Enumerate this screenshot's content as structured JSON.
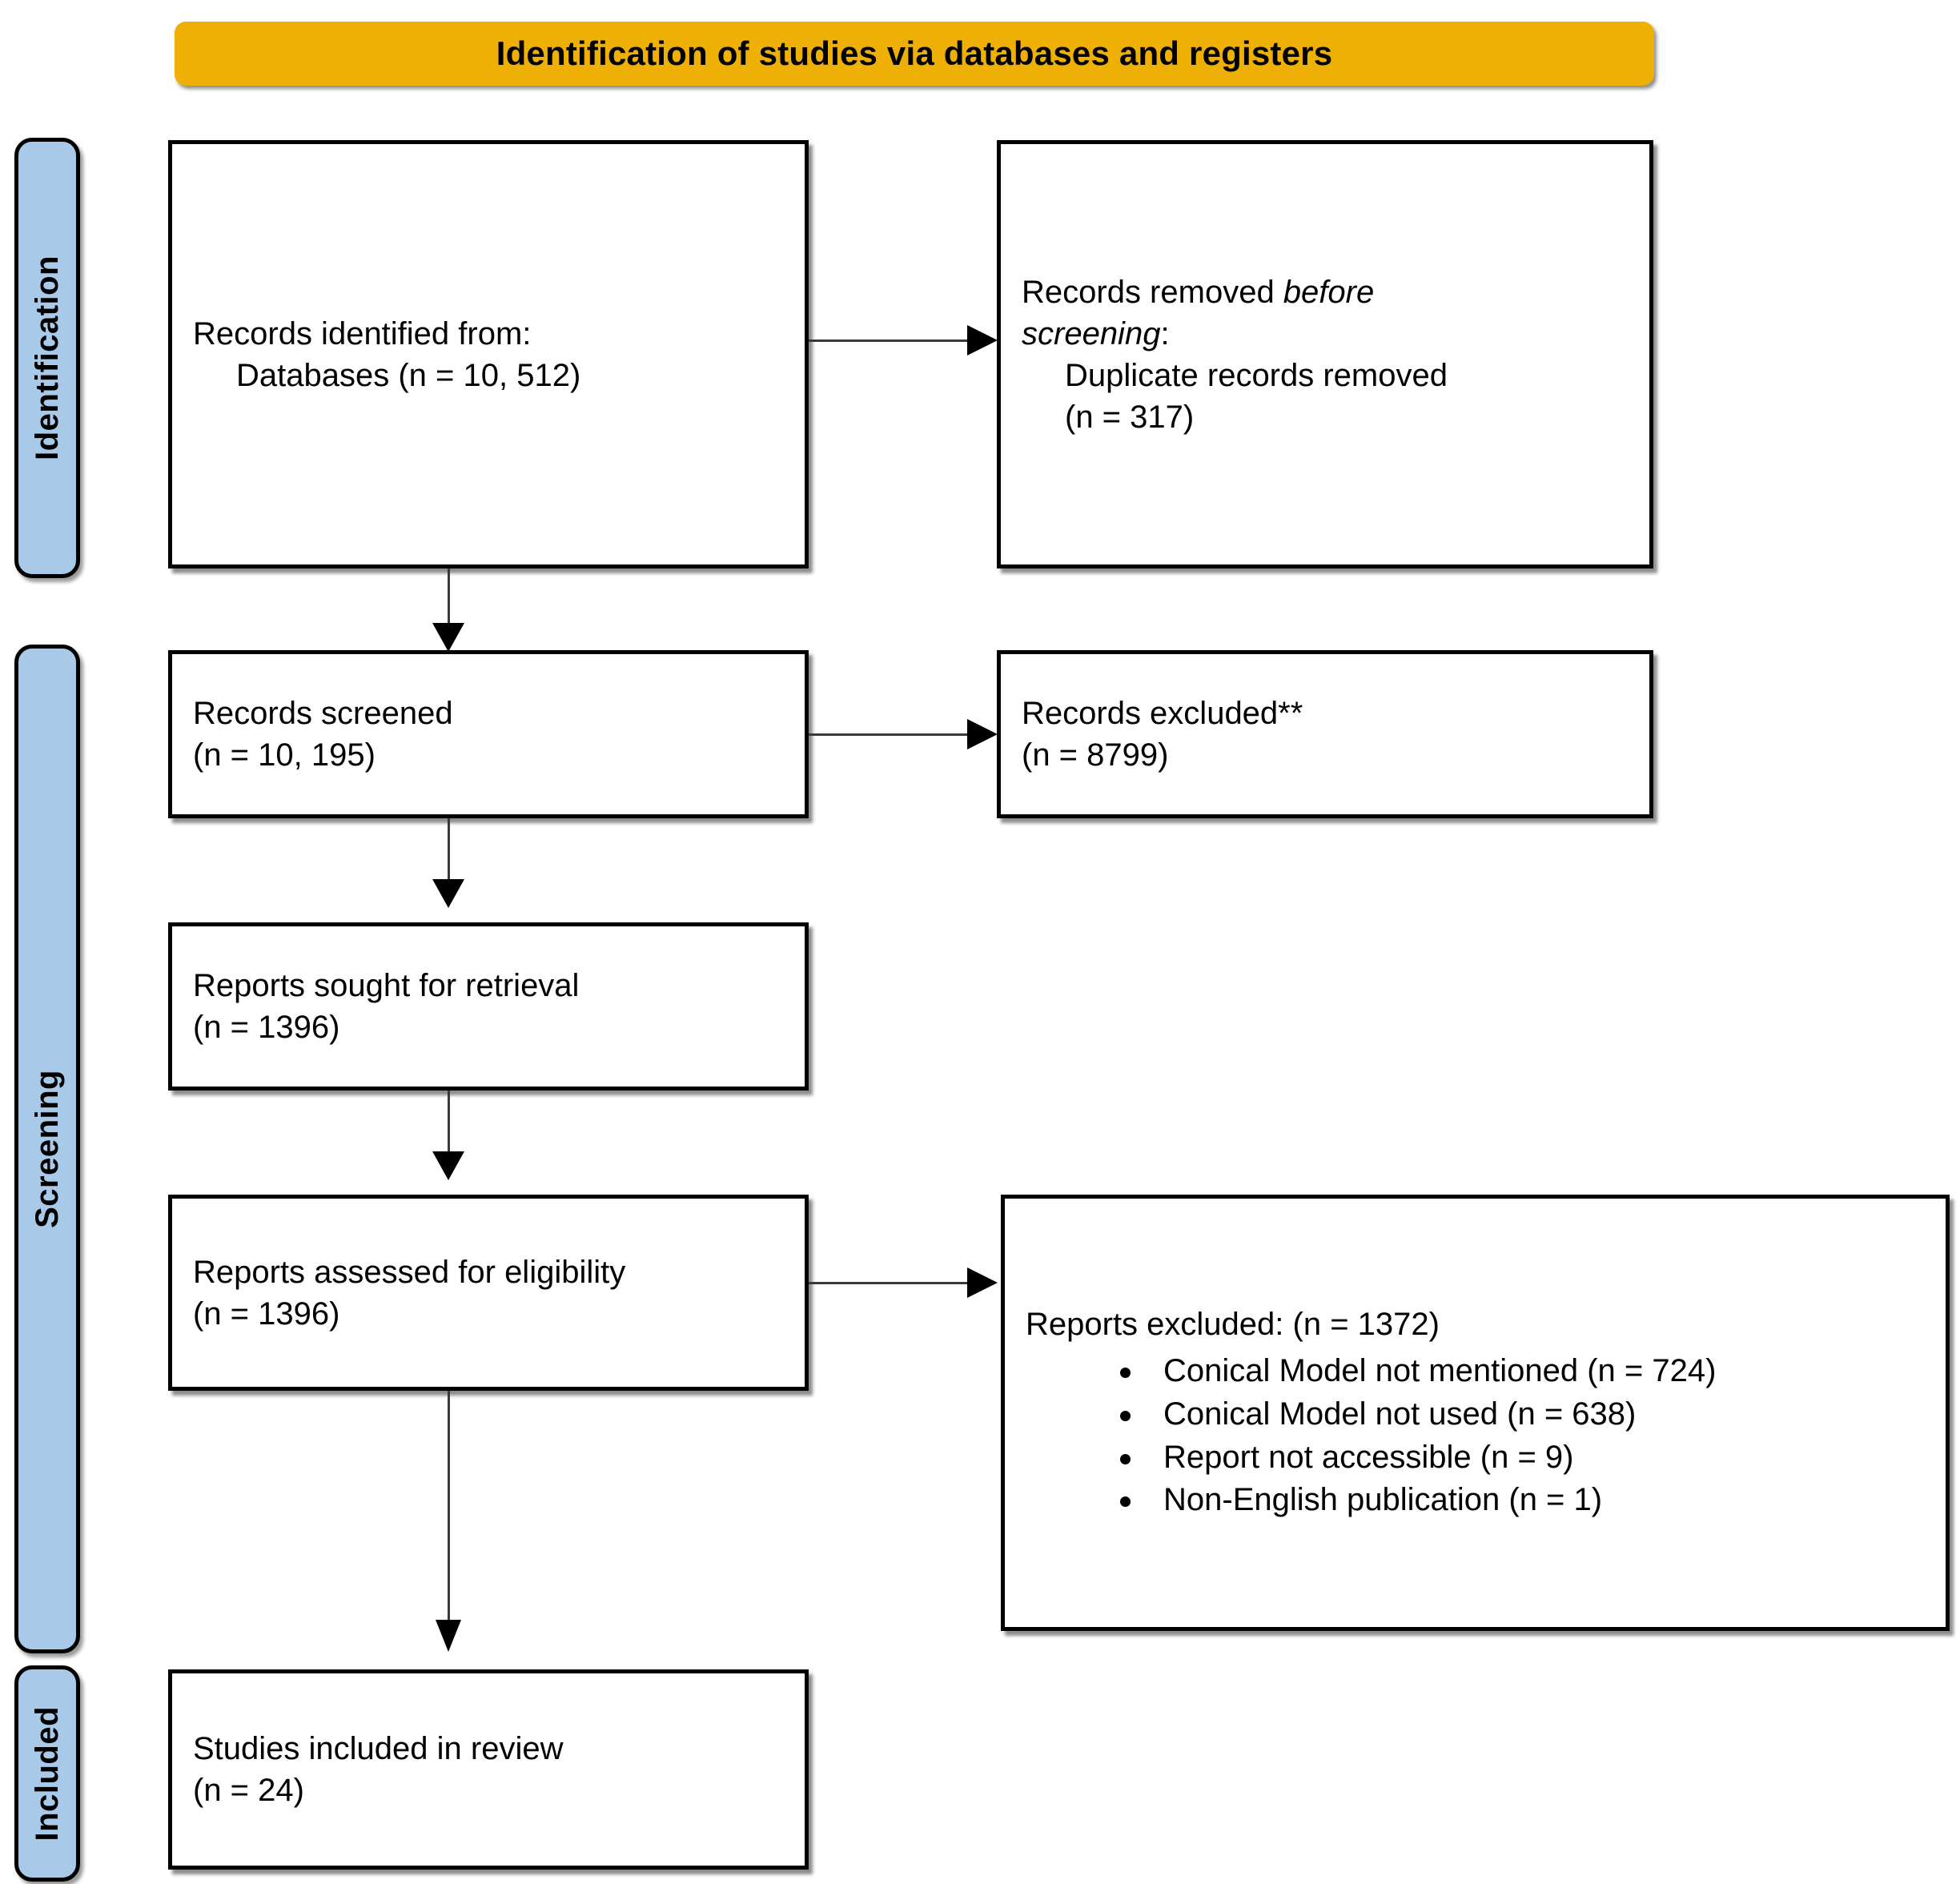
{
  "header": {
    "title": "Identification of studies via databases and registers"
  },
  "colors": {
    "banner": "#EFB005",
    "stage_label": "#A8C9E8",
    "border": "#000000",
    "text": "#000000"
  },
  "stages": [
    {
      "label": "Identification"
    },
    {
      "label": "Screening"
    },
    {
      "label": "Included"
    }
  ],
  "boxes": {
    "identified": {
      "line1": "Records identified from:",
      "line2": "Databases (n = 10, 512)"
    },
    "removed": {
      "line1_prefix": "Records removed ",
      "line1_italic": "before",
      "line2_italic": "screening",
      "line2_suffix": ":",
      "line3": "Duplicate records removed",
      "line4": "(n = 317)"
    },
    "screened": {
      "line1": "Records screened",
      "line2": "(n = 10, 195)"
    },
    "excluded": {
      "line1": "Records excluded**",
      "line2": "(n = 8799)"
    },
    "sought": {
      "line1": "Reports sought for retrieval",
      "line2": "(n = 1396)"
    },
    "assessed": {
      "line1": "Reports assessed for eligibility",
      "line2": "(n = 1396)"
    },
    "reports_excluded": {
      "heading": "Reports excluded: (n = 1372)",
      "reasons": [
        "Conical Model not mentioned (n = 724)",
        "Conical Model not used (n = 638)",
        "Report not accessible (n = 9)",
        "Non-English publication (n = 1)"
      ]
    },
    "included": {
      "line1": "Studies included in review",
      "line2": "(n = 24)"
    }
  },
  "chart_data": {
    "type": "diagram",
    "title": "Identification of studies via databases and registers",
    "nodes": [
      {
        "id": "identified",
        "stage": "Identification",
        "label": "Records identified from: Databases",
        "n": 10512
      },
      {
        "id": "removed",
        "stage": "Identification",
        "label": "Records removed before screening: Duplicate records removed",
        "n": 317
      },
      {
        "id": "screened",
        "stage": "Screening",
        "label": "Records screened",
        "n": 10195
      },
      {
        "id": "excluded",
        "stage": "Screening",
        "label": "Records excluded**",
        "n": 8799
      },
      {
        "id": "sought",
        "stage": "Screening",
        "label": "Reports sought for retrieval",
        "n": 1396
      },
      {
        "id": "assessed",
        "stage": "Screening",
        "label": "Reports assessed for eligibility",
        "n": 1396
      },
      {
        "id": "reports_excluded",
        "stage": "Screening",
        "label": "Reports excluded",
        "n": 1372,
        "breakdown": [
          {
            "reason": "Conical Model not mentioned",
            "n": 724
          },
          {
            "reason": "Conical Model not used",
            "n": 638
          },
          {
            "reason": "Report not accessible",
            "n": 9
          },
          {
            "reason": "Non-English publication",
            "n": 1
          }
        ]
      },
      {
        "id": "included",
        "stage": "Included",
        "label": "Studies included in review",
        "n": 24
      }
    ],
    "edges": [
      {
        "from": "identified",
        "to": "removed",
        "direction": "right"
      },
      {
        "from": "identified",
        "to": "screened",
        "direction": "down"
      },
      {
        "from": "screened",
        "to": "excluded",
        "direction": "right"
      },
      {
        "from": "screened",
        "to": "sought",
        "direction": "down"
      },
      {
        "from": "sought",
        "to": "assessed",
        "direction": "down"
      },
      {
        "from": "assessed",
        "to": "reports_excluded",
        "direction": "right"
      },
      {
        "from": "assessed",
        "to": "included",
        "direction": "down"
      }
    ]
  }
}
